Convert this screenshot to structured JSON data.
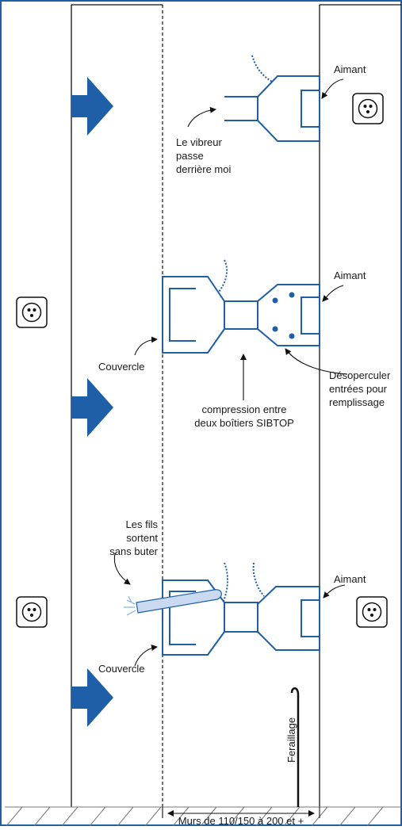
{
  "colors": {
    "box_stroke": "#1f5fa8",
    "arrow_fill": "#1f5fa8",
    "sheath": "#c9d9ef",
    "line": "#111111"
  },
  "icons": [
    "right-arrow-icon",
    "socket-icon",
    "magnet-icon",
    "corrugated-conduit-icon",
    "rebar-hook-icon",
    "wire-spark-icon"
  ],
  "labels": {
    "aimant_1": "Aimant",
    "aimant_2": "Aimant",
    "aimant_3": "Aimant",
    "vibreur_1": "Le vibreur",
    "vibreur_2": "passe",
    "vibreur_3": "derrière moi",
    "couvercle_1": "Couvercle",
    "couvercle_2": "Couvercle",
    "desop_1": "Désoperculer",
    "desop_2": "entrées pour",
    "desop_3": "remplissage",
    "compression_1": "compression entre",
    "compression_2": "deux boîtiers SIBTOP",
    "fils_1": "Les fils",
    "fils_2": "sortent",
    "fils_3": "sans buter",
    "feraillage": "Feraillage",
    "murs": "Murs de 110/150 à 200 et +"
  }
}
